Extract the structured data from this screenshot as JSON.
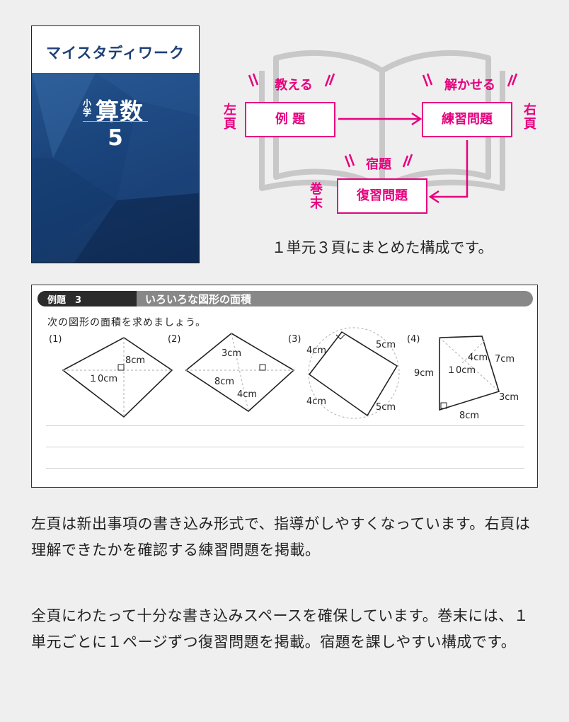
{
  "cover": {
    "brand": "マイスタディワーク",
    "grade": "小学",
    "subject": "算数",
    "number": "5"
  },
  "diagram": {
    "left_page": "左頁",
    "right_page": "右頁",
    "end_of_book": "巻末",
    "teach": "教える",
    "solve": "解かせる",
    "homework": "宿題",
    "example": "例 題",
    "practice": "練習問題",
    "review": "復習問題",
    "caption": "１単元３頁にまとめた構成です。"
  },
  "worksheet": {
    "tag": "例題　3",
    "title": "いろいろな図形の面積",
    "question": "次の図形の面積を求めましょう。",
    "problems": [
      "(1)",
      "(2)",
      "(3)",
      "(4)"
    ],
    "fig1": {
      "d1": "8cm",
      "d2": "１0cm"
    },
    "fig2": {
      "d1": "3cm",
      "d2": "8cm",
      "d3": "4cm"
    },
    "fig3": {
      "tl": "4cm",
      "tr": "5cm",
      "bl": "4cm",
      "br": "5cm"
    },
    "fig4": {
      "a": "4cm",
      "b": "7cm",
      "c": "9cm",
      "d": "１0cm",
      "e": "3cm",
      "f": "8cm"
    }
  },
  "paragraphs": {
    "p1": "左頁は新出事項の書き込み形式で、指導がしやすくなっています。右頁は理解できたかを確認する練習問題を掲載。",
    "p2": "全頁にわたって十分な書き込みスペースを確保しています。巻末には、１単元ごとに１ページずつ復習問題を掲載。宿題を課しやすい構成です。"
  },
  "colors": {
    "accent": "#e6007e",
    "cover_blue": "#1e4a83",
    "tag_dark": "#2b2b2b",
    "bar_gray": "#888888"
  }
}
